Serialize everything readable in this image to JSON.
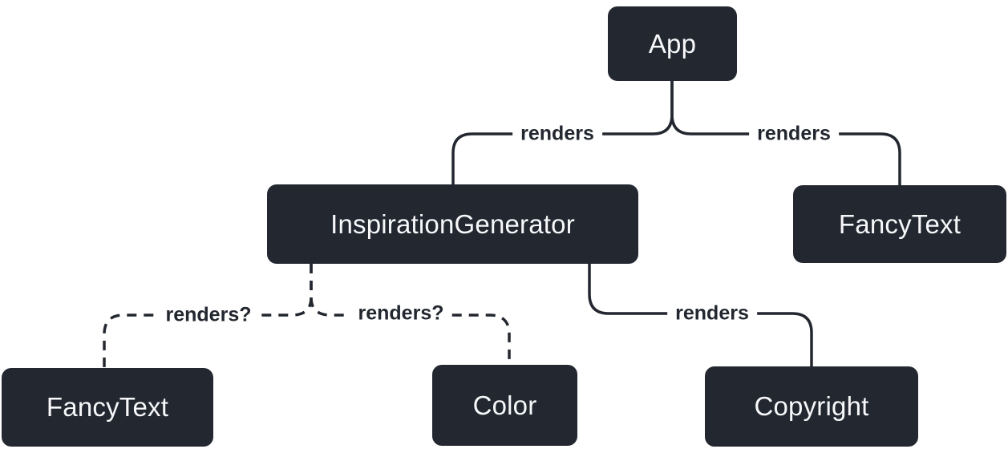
{
  "diagram": {
    "colors": {
      "background": "#ffffff",
      "node_bg": "#23272f",
      "node_text": "#f6f7f9",
      "edge": "#23272f",
      "label_text": "#23272f"
    },
    "nodes": {
      "app": {
        "label": "App"
      },
      "inspiration_generator": {
        "label": "InspirationGenerator"
      },
      "fancy_text_top": {
        "label": "FancyText"
      },
      "fancy_text_bottom": {
        "label": "FancyText"
      },
      "color": {
        "label": "Color"
      },
      "copyright": {
        "label": "Copyright"
      }
    },
    "edges": {
      "app_to_inspiration_generator": {
        "label": "renders",
        "style": "solid"
      },
      "app_to_fancy_text": {
        "label": "renders",
        "style": "solid"
      },
      "inspiration_generator_to_fancy_text": {
        "label": "renders?",
        "style": "dashed"
      },
      "inspiration_generator_to_color": {
        "label": "renders?",
        "style": "dashed"
      },
      "inspiration_generator_to_copyright": {
        "label": "renders",
        "style": "solid"
      }
    }
  }
}
